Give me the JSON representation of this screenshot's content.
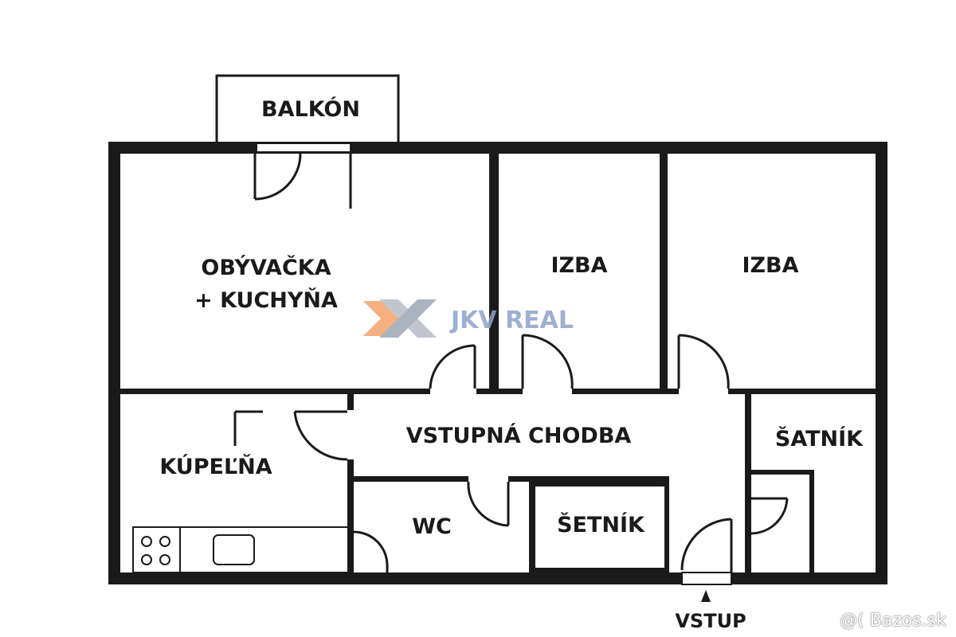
{
  "rooms": {
    "balcony": "BALKÓN",
    "living_line1": "OBÝVAČKA",
    "living_line2": "+ KUCHYŇA",
    "room1": "IZBA",
    "room2": "IZBA",
    "hallway": "VSTUPNÁ CHODBA",
    "bathroom": "KÚPEĽŇA",
    "wc": "WC",
    "storage": "ŠETNÍK",
    "wardrobe": "ŠATNÍK"
  },
  "entrance": {
    "label": "VSTUP"
  },
  "watermark": {
    "text": "JKV REAL",
    "color_orange": "#f5a26b",
    "color_gray": "#b8bcc6",
    "color_blue": "#8ea2c8"
  },
  "credit": {
    "text": "@( Bazos.sk"
  }
}
